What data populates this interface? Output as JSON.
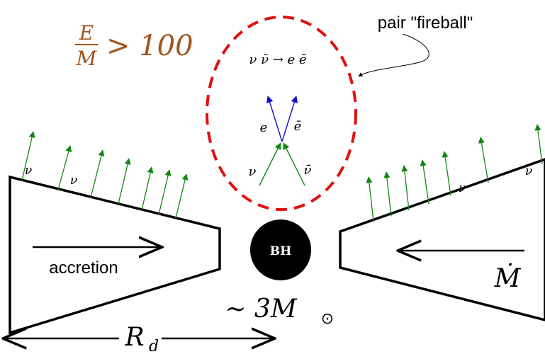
{
  "labels": {
    "ratio_numerator": "E",
    "ratio_denominator": "M",
    "ratio_relation": "> 100",
    "fireball_label": "pair \"fireball\"",
    "reaction": "ν ν̄ → e ē",
    "electron": "e",
    "positron": "ē",
    "neutrino": "ν",
    "antineutrino": "ν̄",
    "disk_nu": "ν",
    "accretion": "accretion",
    "black_hole": "BH",
    "bh_mass": "∼ 3M",
    "bh_mass_symbol": "⊙",
    "accretion_rate": "Ṁ",
    "disk_radius": "R",
    "disk_radius_subscript": "d"
  },
  "colors": {
    "ratio_text": "#a0541e",
    "fireball_outline": "#e01010",
    "pair_arrows": "#1010d0",
    "neutrino_arrows": "#118811",
    "ink": "#000000"
  }
}
